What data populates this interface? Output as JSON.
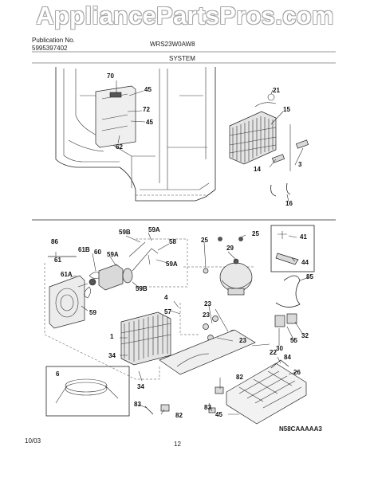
{
  "watermark": "AppliancePartsPros.com",
  "header": {
    "publication_label": "Publication No.",
    "publication_number": "5995397402",
    "model": "WRS23W0AW8",
    "section": "SYSTEM"
  },
  "footer": {
    "date": "10/03",
    "page": "12",
    "diagram_code": "N58CAAAAA3"
  },
  "callouts": {
    "c70": "70",
    "c45a": "45",
    "c72": "72",
    "c45b": "45",
    "c62": "62",
    "c21": "21",
    "c15": "15",
    "c14": "14",
    "c3": "3",
    "c16": "16",
    "c59B_top": "59B",
    "c59A_top": "59A",
    "c58": "58",
    "c86": "86",
    "c61B": "61B",
    "c60": "60",
    "c59A_mid": "59A",
    "c59A_right": "59A",
    "c61": "61",
    "c61A": "61A",
    "c59B_mid": "59B",
    "c59": "59",
    "c25a": "25",
    "c25b": "25",
    "c29": "29",
    "c41": "41",
    "c44": "44",
    "c85": "85",
    "c4": "4",
    "c57": "57",
    "c23a": "23",
    "c23b": "23",
    "c1": "1",
    "c34a": "34",
    "c34b": "34",
    "c22": "22",
    "c55": "55",
    "c32": "32",
    "c30": "30",
    "c84": "84",
    "c26": "26",
    "c6": "6",
    "c82a": "82",
    "c82b": "82",
    "c83a": "83",
    "c83b": "83",
    "c45c": "45"
  }
}
